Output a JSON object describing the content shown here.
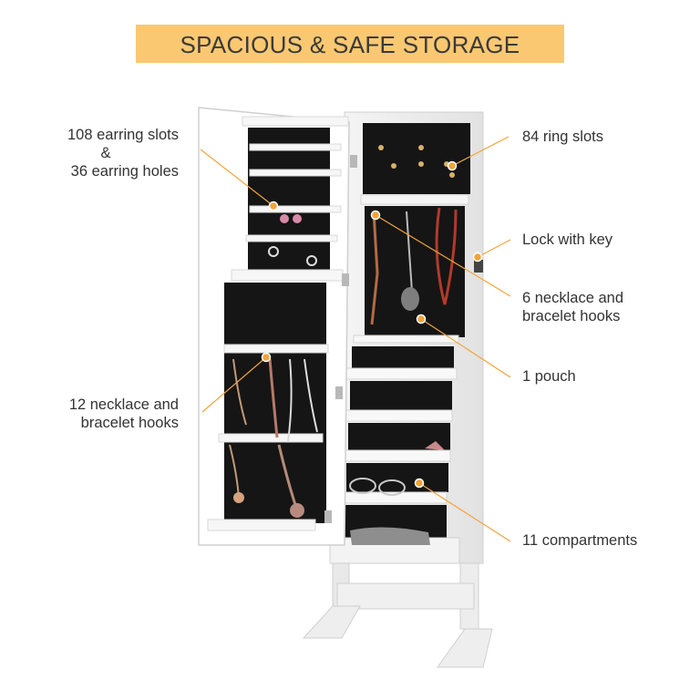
{
  "title": "SPACIOUS & SAFE STORAGE",
  "colors": {
    "banner": "#fbc872",
    "callout": "#f2a33a",
    "cabinet": "#ffffff",
    "interior": "#151515"
  },
  "callouts": {
    "earring": [
      "108 earring slots",
      "&",
      "36 earring holes"
    ],
    "ring": [
      "84 ring slots"
    ],
    "lock": [
      "Lock with key"
    ],
    "hooks6": [
      "6 necklace and",
      "bracelet hooks"
    ],
    "pouch": [
      "1 pouch"
    ],
    "hooks12": [
      "12 necklace and",
      "bracelet hooks"
    ],
    "compartments": [
      "11 compartments"
    ]
  }
}
